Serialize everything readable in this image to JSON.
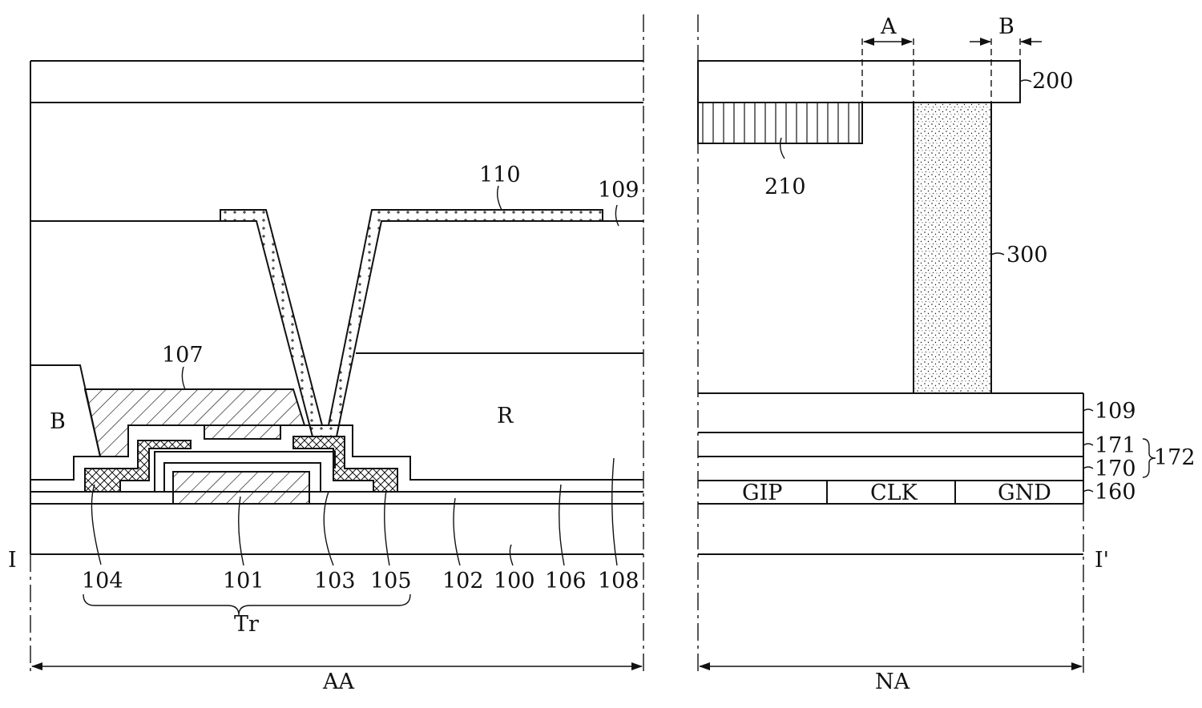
{
  "labels": {
    "l200": "200",
    "l210": "210",
    "l300": "300",
    "l110": "110",
    "l109a": "109",
    "l107": "107",
    "lB_region": "B",
    "lR_region": "R",
    "l109b": "109",
    "l171": "171",
    "l170": "170",
    "l172": "172",
    "l160": "160",
    "lGIP": "GIP",
    "lCLK": "CLK",
    "lGND": "GND",
    "lI": "I",
    "lIp": "I'",
    "l104": "104",
    "l101": "101",
    "l103": "103",
    "l105": "105",
    "l102": "102",
    "l100": "100",
    "l106": "106",
    "l108": "108",
    "lTr": "Tr",
    "lAA": "AA",
    "lNA": "NA",
    "lA": "A",
    "lB_dim": "B"
  },
  "colors": {
    "line": "#111111",
    "background": "#ffffff"
  }
}
